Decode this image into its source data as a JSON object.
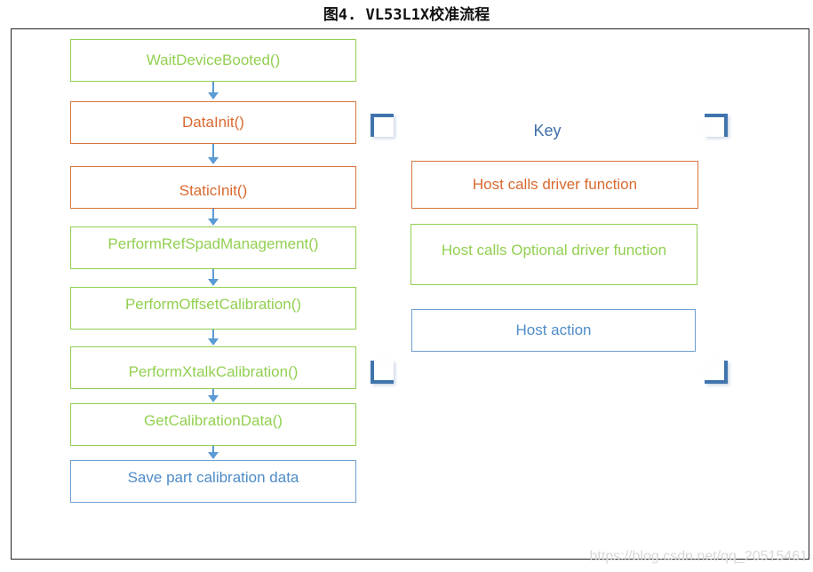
{
  "title": "图4. VL53L1X校准流程",
  "colors": {
    "required": "#d9743f",
    "optional": "#92d050",
    "host": "#5b9bd5"
  },
  "flow": [
    {
      "label": "WaitDeviceBooted()",
      "type": "optional"
    },
    {
      "label": "DataInit()",
      "type": "required"
    },
    {
      "label": "StaticInit()",
      "type": "required"
    },
    {
      "label": "PerformRefSpadManagement()",
      "type": "optional"
    },
    {
      "label": "PerformOffsetCalibration()",
      "type": "optional"
    },
    {
      "label": "PerformXtalkCalibration()",
      "type": "optional"
    },
    {
      "label": "GetCalibrationData()",
      "type": "optional"
    },
    {
      "label": "Save part calibration data",
      "type": "host"
    }
  ],
  "key": {
    "title": "Key",
    "items": [
      "Host calls driver function",
      "Host calls Optional driver function",
      "Host action"
    ]
  },
  "watermark": "https://blog.csdn.net/qq_20515461"
}
